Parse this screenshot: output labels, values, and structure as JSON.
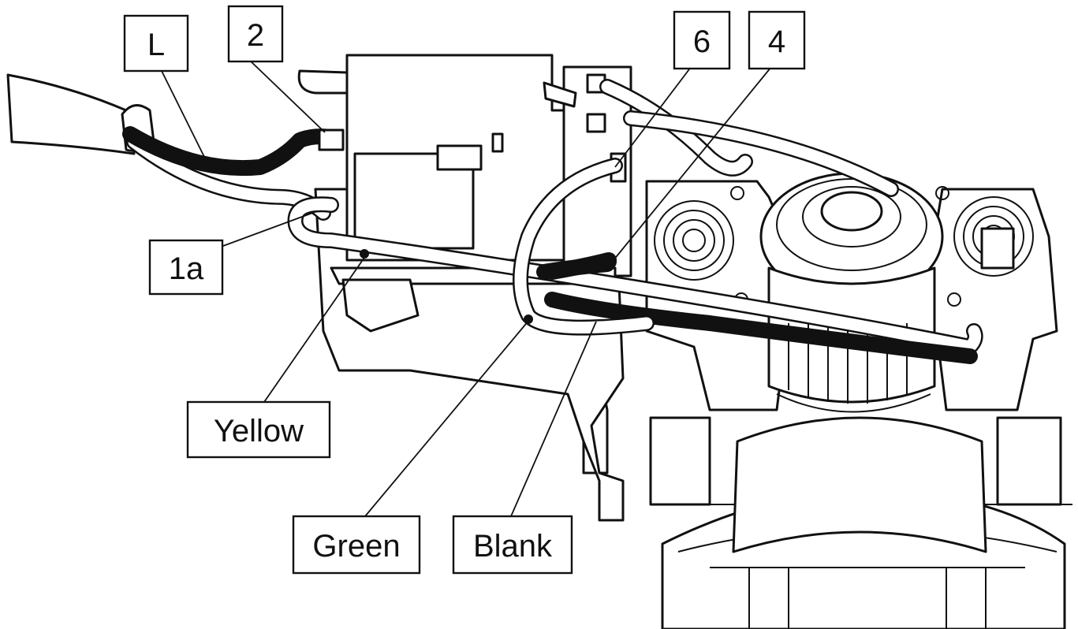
{
  "callouts": {
    "L": "L",
    "two": "2",
    "six": "6",
    "four": "4",
    "one_a": "1a",
    "yellow": "Yellow",
    "green": "Green",
    "blank": "Blank"
  }
}
